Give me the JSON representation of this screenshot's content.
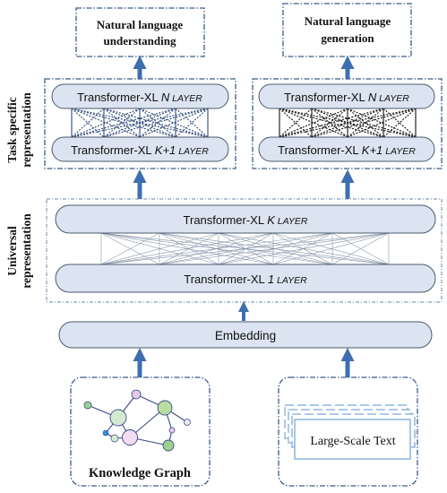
{
  "side_labels": {
    "task_specific": [
      "Task specific",
      "representation"
    ],
    "universal": [
      "Universal",
      "representation"
    ]
  },
  "outputs": {
    "nlu": [
      "Natural language",
      "understanding"
    ],
    "nlg": [
      "Natural language",
      "generation"
    ]
  },
  "task_layers": {
    "left_top": {
      "prefix": "Transformer-XL ",
      "var": "N",
      "suffix": " LAYER"
    },
    "left_bottom": {
      "prefix": "Transformer-XL ",
      "var": "K+1",
      "suffix": " LAYER"
    },
    "right_top": {
      "prefix": "Transformer-XL ",
      "var": "N",
      "suffix": " LAYER"
    },
    "right_bottom": {
      "prefix": "Transformer-XL ",
      "var": "K+1",
      "suffix": " LAYER"
    }
  },
  "universal_layers": {
    "top": {
      "prefix": "Transformer-XL ",
      "var": "K",
      "suffix": " LAYER"
    },
    "bottom": {
      "prefix": "Transformer-XL ",
      "var": "1",
      "suffix": " LAYER"
    }
  },
  "embedding": "Embedding",
  "inputs": {
    "knowledge_graph": "Knowledge Graph",
    "large_scale_text": "Large-Scale Text"
  },
  "colors": {
    "dashed_border": "#3b5b8a",
    "layer_fill": "#dbe4f0",
    "layer_stroke": "#4a5a6e",
    "arrow": "#3d6fb0",
    "text_box_stroke": "#7aa9d8"
  }
}
